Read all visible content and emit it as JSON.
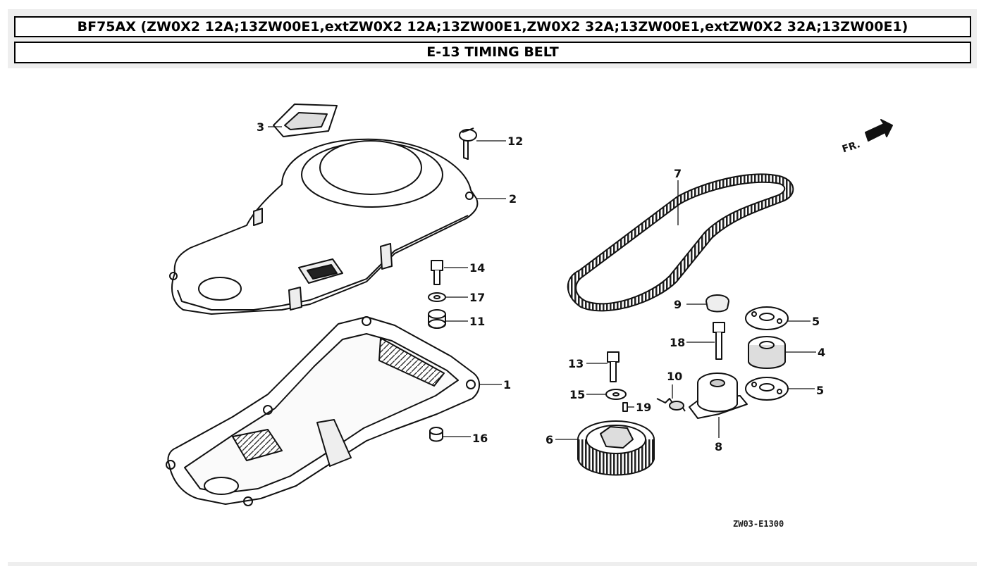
{
  "header": {
    "model": "BF75AX (ZW0X2 12A;13ZW00E1,extZW0X2 12A;13ZW00E1,ZW0X2 32A;13ZW00E1,extZW0X2 32A;13ZW00E1)",
    "section": "E-13 TIMING BELT"
  },
  "diagram": {
    "code": "ZW03-E1300",
    "front_marker": "FR.",
    "callouts": [
      {
        "id": "1",
        "label": "1"
      },
      {
        "id": "2",
        "label": "2"
      },
      {
        "id": "3",
        "label": "3"
      },
      {
        "id": "4",
        "label": "4"
      },
      {
        "id": "5a",
        "label": "5"
      },
      {
        "id": "5b",
        "label": "5"
      },
      {
        "id": "6",
        "label": "6"
      },
      {
        "id": "7",
        "label": "7"
      },
      {
        "id": "8",
        "label": "8"
      },
      {
        "id": "9",
        "label": "9"
      },
      {
        "id": "10",
        "label": "10"
      },
      {
        "id": "11",
        "label": "11"
      },
      {
        "id": "12",
        "label": "12"
      },
      {
        "id": "13",
        "label": "13"
      },
      {
        "id": "14",
        "label": "14"
      },
      {
        "id": "15",
        "label": "15"
      },
      {
        "id": "16",
        "label": "16"
      },
      {
        "id": "17",
        "label": "17"
      },
      {
        "id": "18",
        "label": "18"
      },
      {
        "id": "19",
        "label": "19"
      }
    ]
  }
}
